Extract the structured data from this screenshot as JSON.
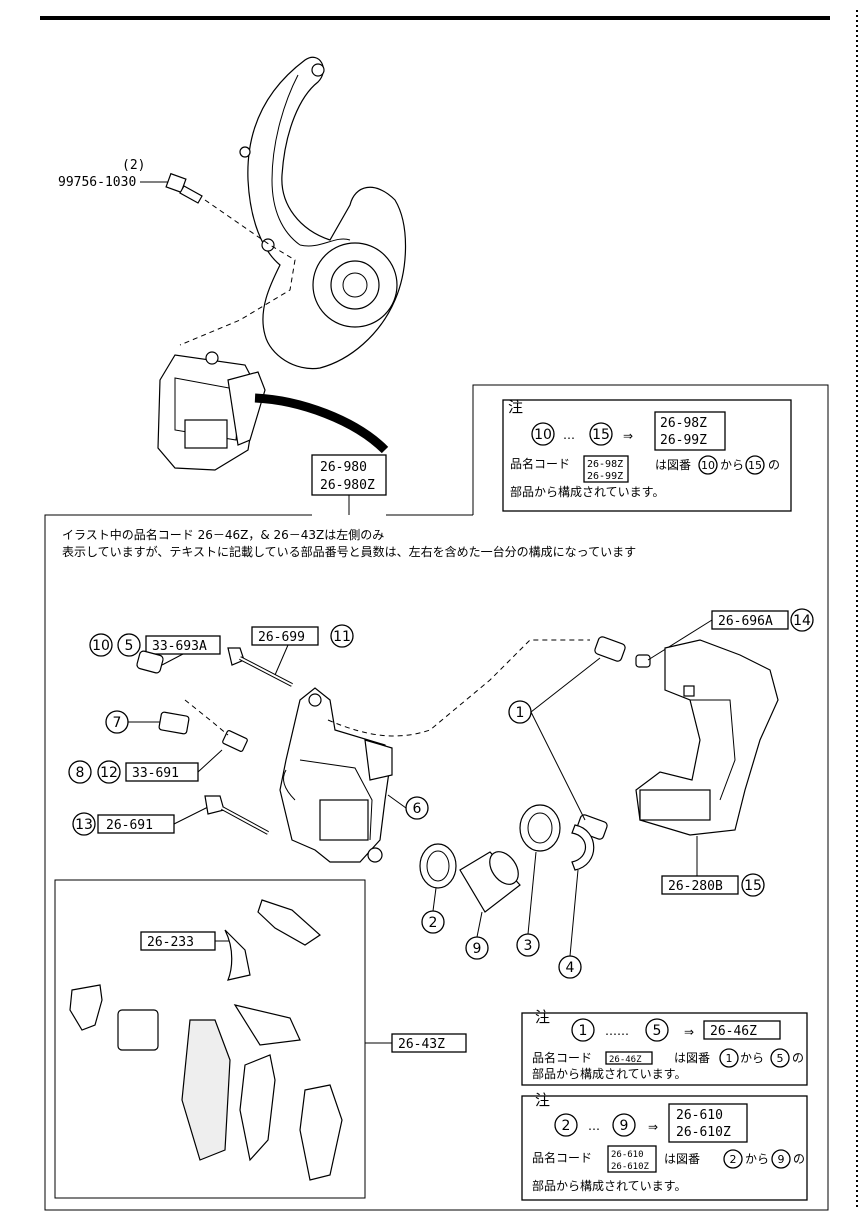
{
  "parts": {
    "bolt_qty": "(2)",
    "bolt_code": "99756-1030",
    "caliper_assy_1": "26-980",
    "caliper_assy_2": "26-980Z",
    "seal_kit": "33-693A",
    "bleeder": "26-699",
    "boot": "33-691",
    "bleeder_2": "26-691",
    "bracket_kit": "26-696A",
    "bracket": "26-280B",
    "clip_kit": "26-233",
    "pad_kit": "26-43Z"
  },
  "refs": {
    "r1": "1",
    "r2": "2",
    "r3": "3",
    "r4": "4",
    "r5": "5",
    "r6": "6",
    "r7": "7",
    "r8": "8",
    "r9": "9",
    "r10": "10",
    "r11": "11",
    "r12": "12",
    "r13": "13",
    "r14": "14",
    "r15": "15"
  },
  "notes": {
    "note_title": "注",
    "note1_code_1": "26-98Z",
    "note1_code_2": "26-99Z",
    "note1_line1": "品名コード",
    "note1_tail": "は図番",
    "note1_from": "から",
    "note1_of": "の",
    "note1_line2": "部品から構成されています。",
    "ellipsis": "…",
    "ellipsis_2": "……",
    "arrow": "⇒",
    "intro_line1": "イラスト中の品名コード 26－46Z，& 26－43Zは左側のみ",
    "intro_line2": "表示していますが、テキストに記載している部品番号と員数は、左右を含めた一台分の構成になっています",
    "note2_code": "26-46Z",
    "note2_small": "26-46Z",
    "note2_tail": "は図番",
    "note2_from": "から",
    "note2_of": "の",
    "note2_line2": "部品から構成されています。",
    "note3_code_1": "26-610",
    "note3_code_2": "26-610Z",
    "note3_small_1": "26-610",
    "note3_small_2": "26-610Z",
    "note3_tail": "は図番",
    "note3_from": "から",
    "note3_of": "の",
    "note3_line2": "部品から構成されています。"
  }
}
